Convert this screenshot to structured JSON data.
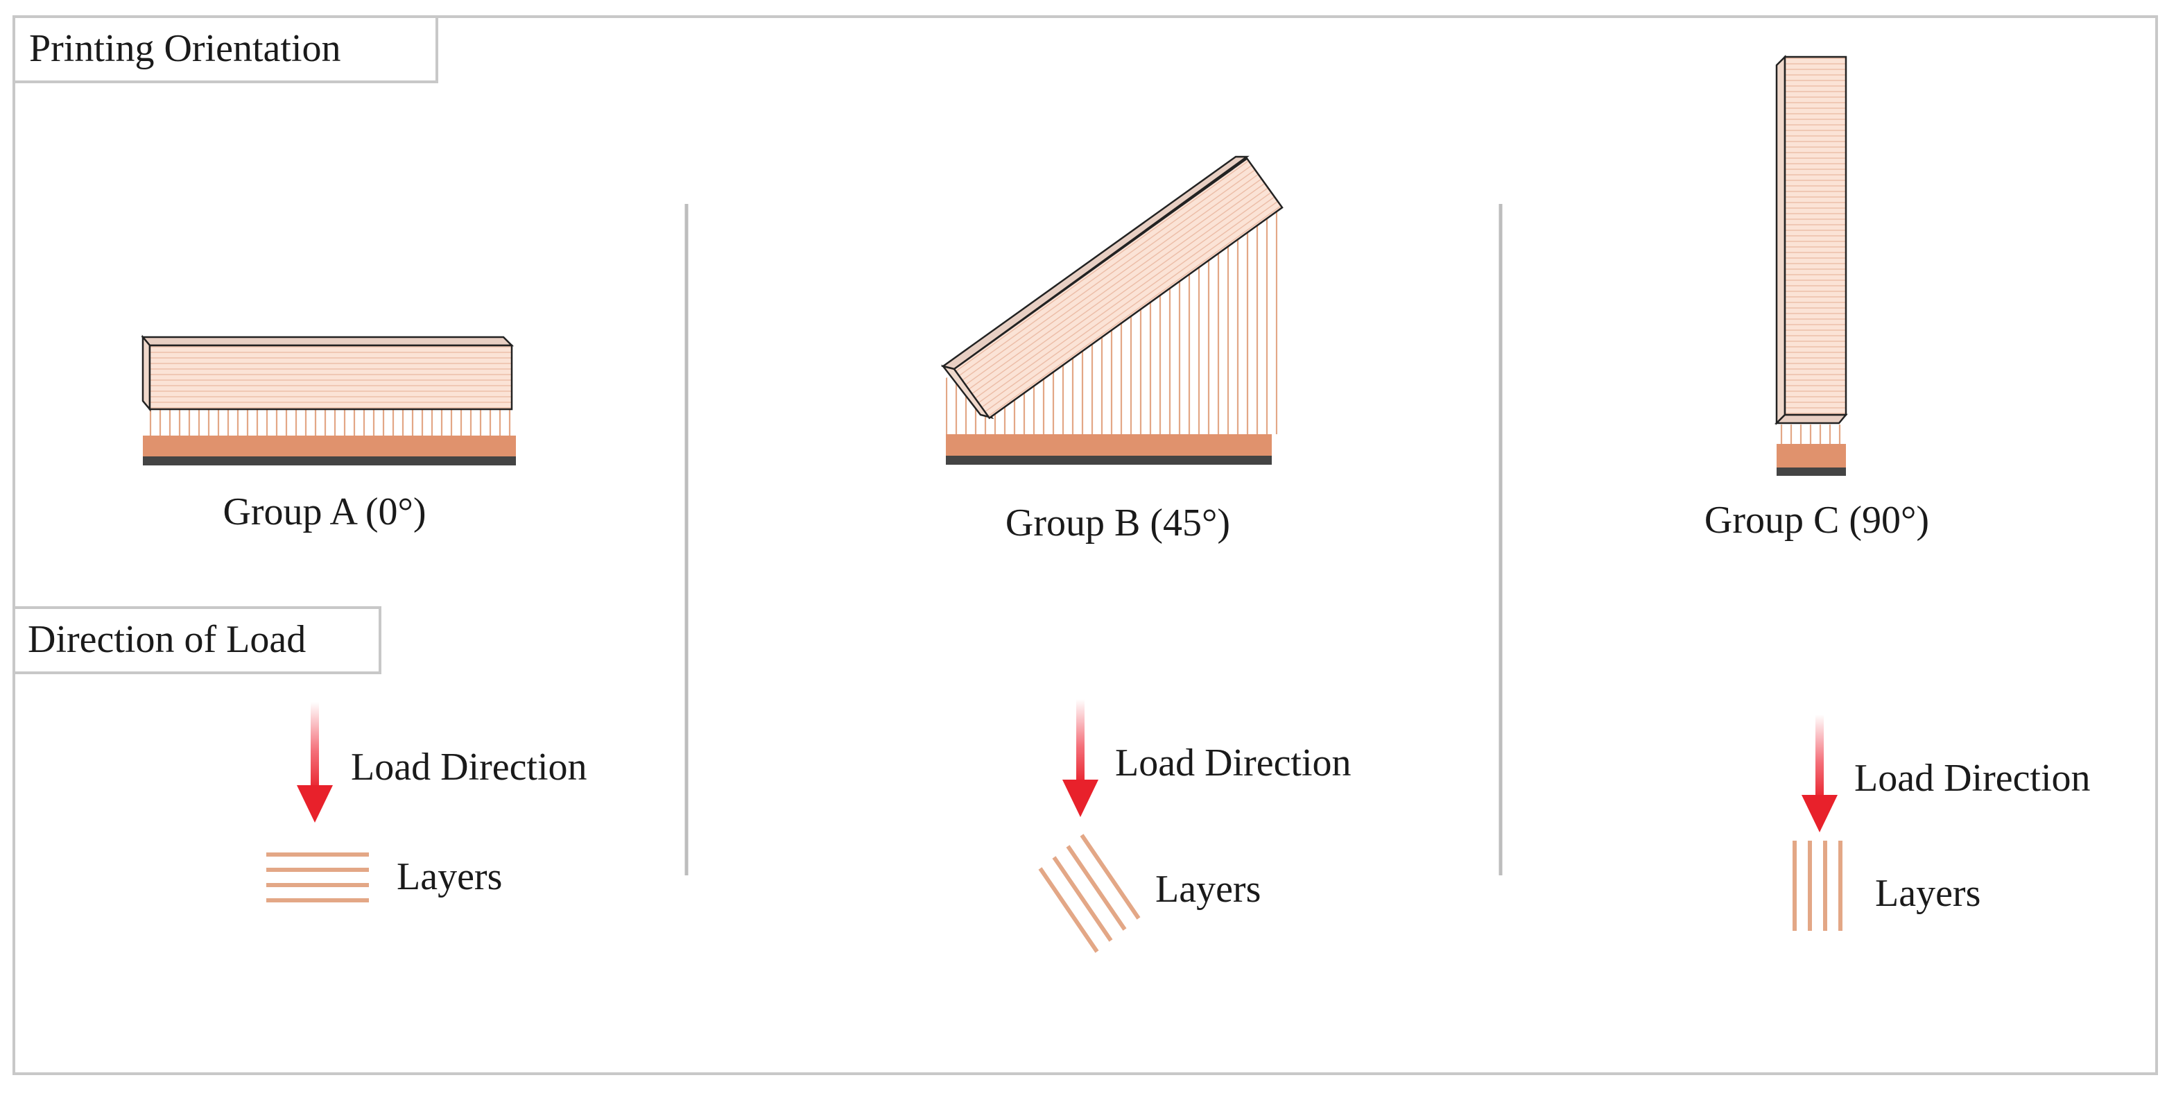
{
  "sections": {
    "printing_orientation": "Printing Orientation",
    "direction_of_load": "Direction of Load"
  },
  "groups": [
    {
      "id": "a",
      "label": "Group A (0°)",
      "angle_deg": 0,
      "load_label": "Load Direction",
      "layers_label": "Layers"
    },
    {
      "id": "b",
      "label": "Group B (45°)",
      "angle_deg": 45,
      "load_label": "Load Direction",
      "layers_label": "Layers"
    },
    {
      "id": "c",
      "label": "Group C (90°)",
      "angle_deg": 90,
      "load_label": "Load Direction",
      "layers_label": "Layers"
    }
  ],
  "colors": {
    "block_fill": "#fbe3d6",
    "block_top": "#e8cfc3",
    "layer_line": "#e3a786",
    "support": "#e0926d",
    "bed": "#444444",
    "arrow": "#e8212b",
    "divider": "#bdbdbd",
    "frame": "#c8c8c8"
  }
}
